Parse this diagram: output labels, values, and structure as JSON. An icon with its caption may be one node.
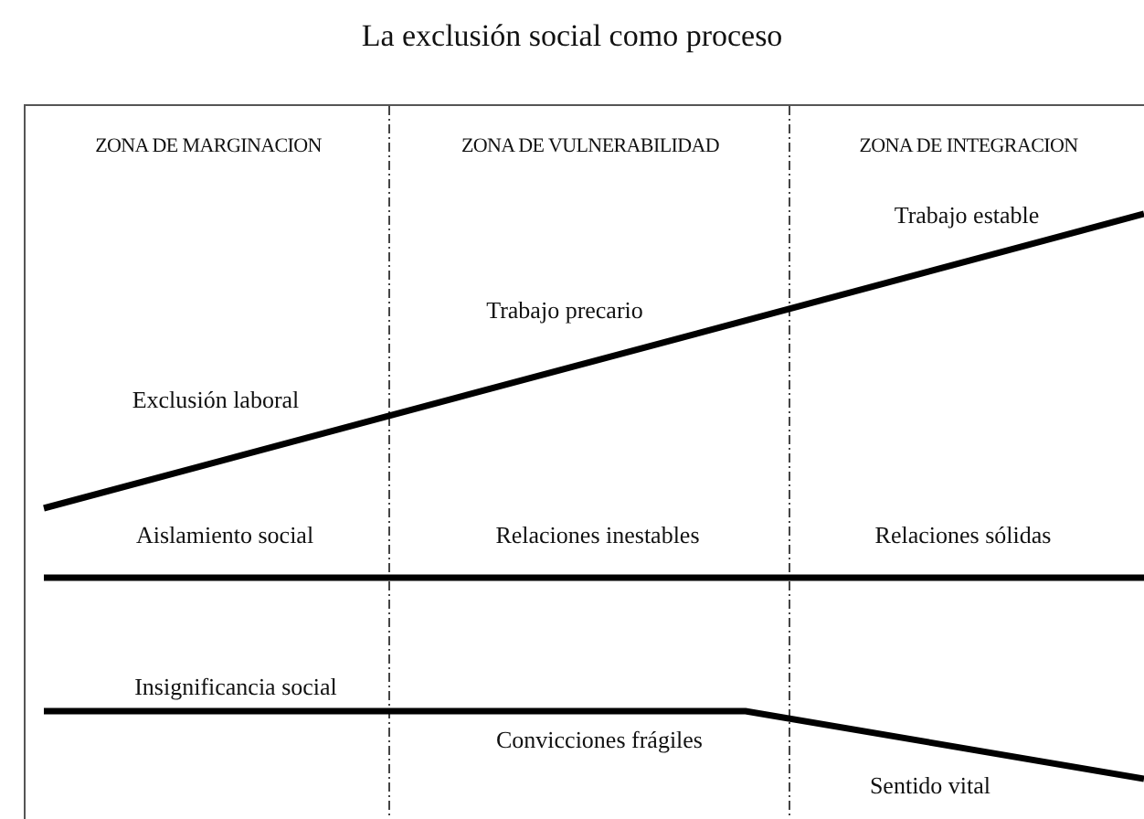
{
  "diagram": {
    "title": "La exclusión social como proceso",
    "labels": [
      "ZONA DE MARGINACION",
      "ZONA DE VULNERABILIDAD",
      "ZONA DE INTEGRACION",
      "Trabajo estable",
      "Trabajo precario",
      "Exclusión laboral",
      "Aislamiento social",
      "Relaciones inestables",
      "Relaciones sólidas",
      "Insignificancia social",
      "Convicciones frágiles",
      "Sentido vital"
    ]
  }
}
